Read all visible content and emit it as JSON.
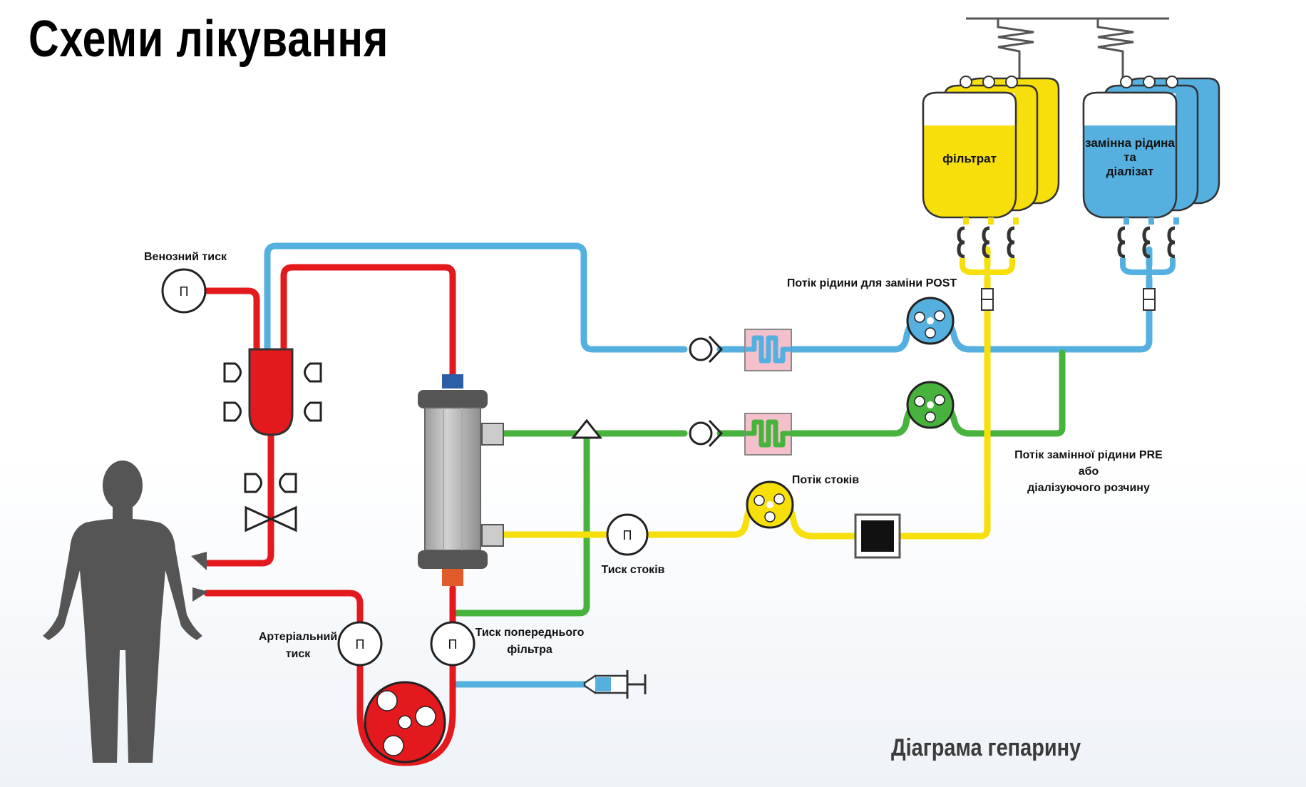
{
  "title": "Схеми лікування",
  "footer": "Діаграма гепарину",
  "labels": {
    "venous_pressure": "Венозний тиск",
    "arterial_pressure_line1": "Артеріальний",
    "arterial_pressure_line2": "тиск",
    "prefilter_pressure_line1": "Тиск попереднього",
    "prefilter_pressure_line2": "фільтра",
    "effluent_pressure": "Тиск стоків",
    "effluent_flow": "Потік стоків",
    "post_replacement_flow": "Потік рідини для заміни POST",
    "pre_replacement_line1": "Потік замінної рідини PRE",
    "pre_replacement_line2": "або",
    "pre_replacement_line3": "діалізуючого розчину"
  },
  "bags": {
    "filtrate": "фільтрат",
    "replacement_line1": "замінна рідина",
    "replacement_line2": "та",
    "replacement_line3": "діалізат"
  },
  "gauge_symbol": "П",
  "colors": {
    "blood": "#e3191d",
    "replacement": "#55b0e0",
    "dialysate": "#47b33d",
    "effluent": "#f7df0b",
    "filter_pink": "#f4c0cc",
    "patient": "#555555"
  }
}
